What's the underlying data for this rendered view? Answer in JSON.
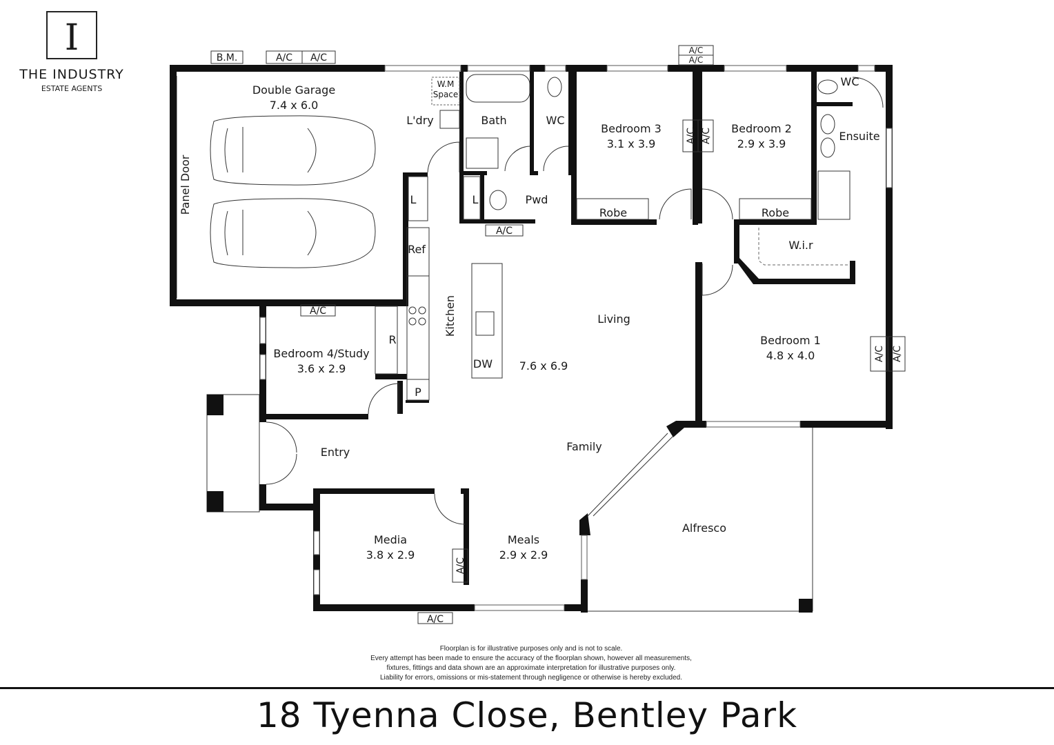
{
  "logo": {
    "mark": "I",
    "company": "THE INDUSTRY",
    "tagline": "ESTATE AGENTS"
  },
  "rooms": {
    "garage_name": "Double Garage",
    "garage_size": "7.4 x 6.0",
    "panel_door": "Panel Door",
    "wm_space_1": "W.M",
    "wm_space_2": "Space",
    "laundry": "L'dry",
    "bath": "Bath",
    "wc_main": "WC",
    "bed3_name": "Bedroom 3",
    "bed3_size": "3.1 x 3.9",
    "bed2_name": "Bedroom 2",
    "bed2_size": "2.9 x 3.9",
    "wc_ensuite": "WC",
    "ensuite": "Ensuite",
    "linen_1": "L",
    "linen_2": "L",
    "pwd": "Pwd",
    "robe_1": "Robe",
    "robe_2": "Robe",
    "wir": "W.i.r",
    "ref": "Ref",
    "kitchen": "Kitchen",
    "dw": "DW",
    "living": "Living",
    "living_size": "7.6 x 6.9",
    "bed1_name": "Bedroom 1",
    "bed1_size": "4.8 x 4.0",
    "bed4_name": "Bedroom 4/Study",
    "bed4_size": "3.6 x 2.9",
    "robe_r": "R",
    "pantry": "P",
    "entry": "Entry",
    "family": "Family",
    "media_name": "Media",
    "media_size": "3.8 x 2.9",
    "meals_name": "Meals",
    "meals_size": "2.9 x 2.9",
    "alfresco": "Alfresco"
  },
  "labels": {
    "bm": "B.M.",
    "ac": "A/C"
  },
  "disclaimer": [
    "Floorplan is for illustrative purposes only and is not to scale.",
    "Every attempt has been made to ensure the accuracy of the floorplan shown, however all measurements,",
    "fixtures, fittings and data shown are an approximate interpretation for illustrative purposes only.",
    "Liability for errors, omissions or mis-statement through negligence or otherwise is hereby excluded."
  ],
  "address": "18 Tyenna Close, Bentley Park"
}
